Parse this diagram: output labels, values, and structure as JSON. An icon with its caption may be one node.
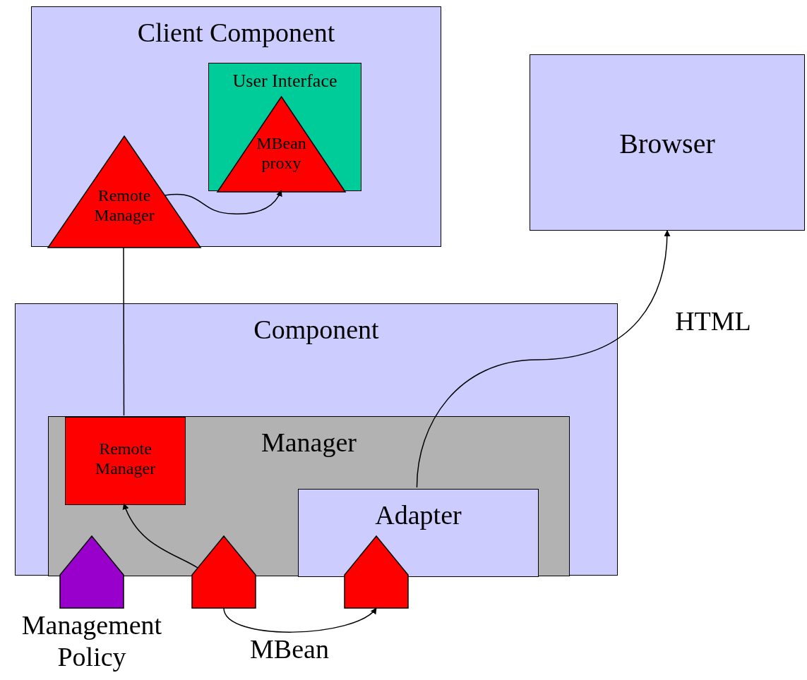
{
  "diagram": {
    "nodes": [
      {
        "text": [
          "Client Component"
        ]
      },
      {
        "text": [
          "User Interface"
        ],
        "in": 0
      },
      {
        "text": [
          "MBean proxy"
        ],
        "in": 1
      },
      {
        "text": [
          "Remote Manager"
        ],
        "in": 0
      },
      {
        "text": [
          "Browser"
        ]
      },
      {
        "text": [
          "Component"
        ]
      },
      {
        "text": [
          "Manager"
        ],
        "in": 5
      },
      {
        "text": [
          "Remote Manager"
        ],
        "in": 6
      },
      {
        "text": [
          "Adapter"
        ],
        "in": 6
      },
      {
        "text": [
          "Management Policy"
        ]
      },
      {
        "text": [],
        "shape": "pentagon"
      },
      {
        "text": [],
        "shape": "pentagon"
      }
    ],
    "edges": [
      {
        "from": 3,
        "to": 2,
        "arrow": "to"
      },
      {
        "from": 3,
        "to": 7,
        "arrow": "none"
      },
      {
        "from": 8,
        "to": 4,
        "arrow": "to",
        "label": "HTML"
      },
      {
        "from": 10,
        "to": 7,
        "arrow": "to"
      },
      {
        "from": 10,
        "to": 11,
        "arrow": "to",
        "label": "MBean"
      }
    ]
  }
}
